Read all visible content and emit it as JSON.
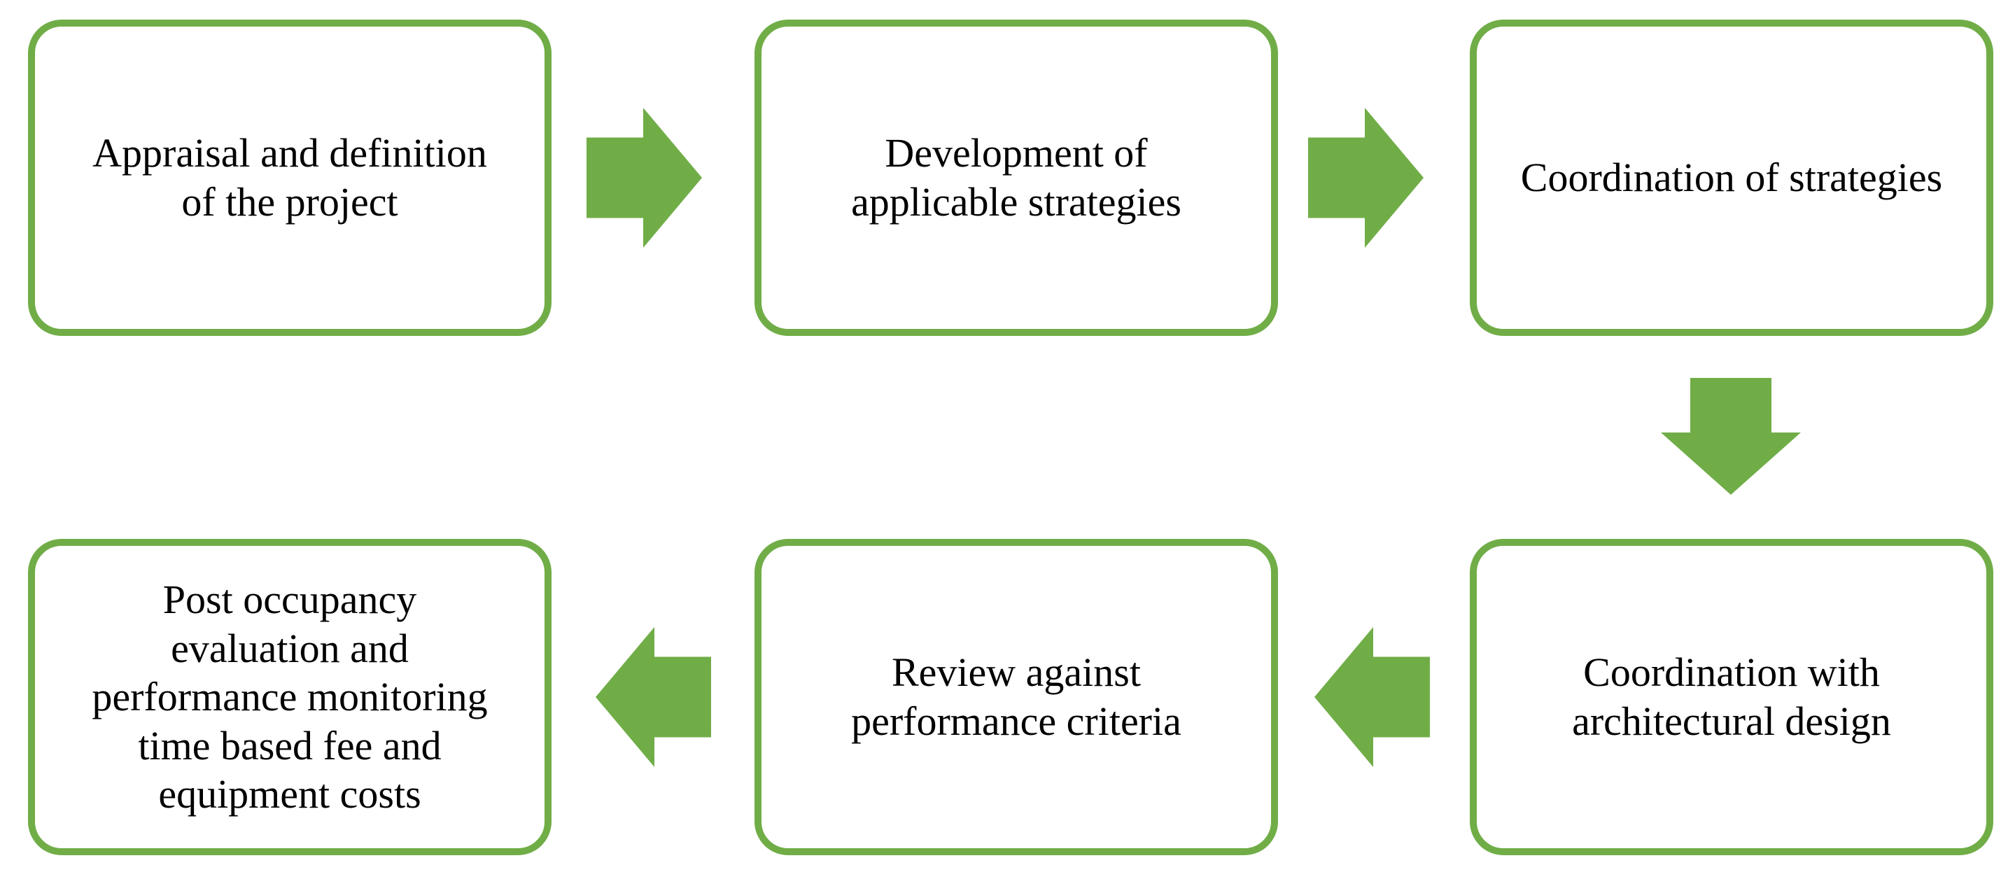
{
  "diagram": {
    "accent_color": "#70AD47",
    "text_color": "#000000",
    "background_color": "#FFFFFF",
    "steps": [
      {
        "id": "appraisal",
        "lines": [
          "Appraisal and definition",
          "of the project"
        ]
      },
      {
        "id": "development",
        "lines": [
          "Development of",
          "applicable strategies"
        ]
      },
      {
        "id": "coordination-of-strategies",
        "lines": [
          "Coordination of strategies"
        ]
      },
      {
        "id": "coordination-with-architectural-design",
        "lines": [
          "Coordination with",
          "architectural design"
        ]
      },
      {
        "id": "review",
        "lines": [
          "Review against",
          "performance criteria"
        ]
      },
      {
        "id": "post-occupancy",
        "lines": [
          "Post occupancy",
          "evaluation and",
          "performance monitoring",
          "time based fee and",
          "equipment costs"
        ]
      }
    ],
    "connectors": [
      {
        "from": "appraisal",
        "to": "development",
        "direction": "right"
      },
      {
        "from": "development",
        "to": "coordination-of-strategies",
        "direction": "right"
      },
      {
        "from": "coordination-of-strategies",
        "to": "coordination-with-architectural-design",
        "direction": "down"
      },
      {
        "from": "coordination-with-architectural-design",
        "to": "review",
        "direction": "left"
      },
      {
        "from": "review",
        "to": "post-occupancy",
        "direction": "left"
      }
    ]
  }
}
